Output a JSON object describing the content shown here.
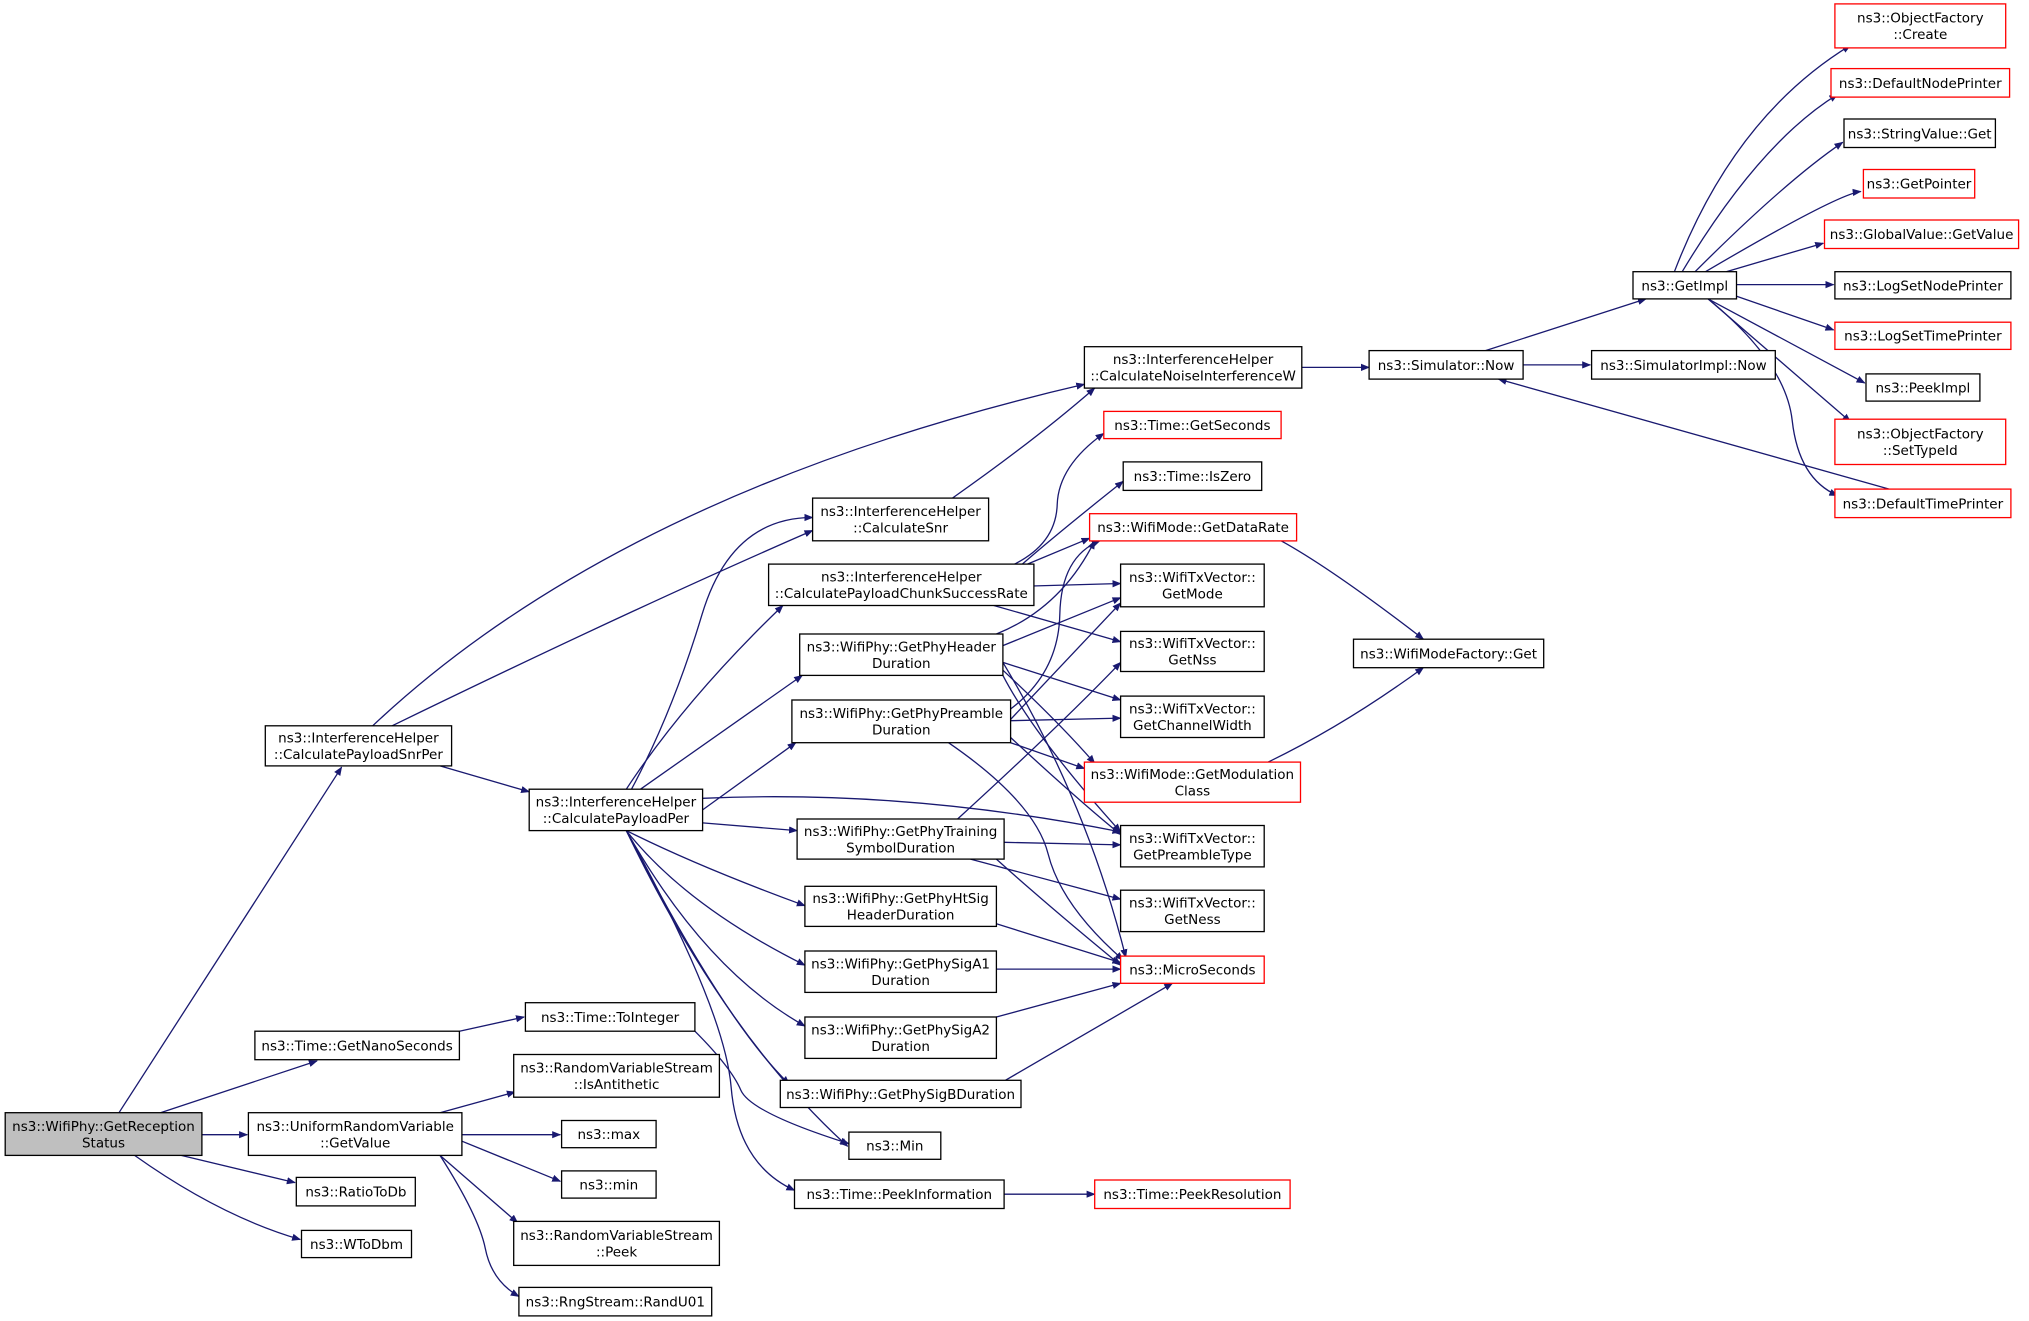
{
  "colors": {
    "edge": "#191970",
    "node_border": "#000000",
    "node_border_undocumented": "#ff0000",
    "root_fill": "#bfbfbf",
    "node_fill": "#ffffff"
  },
  "nodes": [
    {
      "id": "n0",
      "lines": [
        "ns3::WifiPhy::GetReception",
        "Status"
      ]
    },
    {
      "id": "n1",
      "lines": [
        "ns3::InterferenceHelper",
        "::CalculatePayloadSnrPer"
      ]
    },
    {
      "id": "n2",
      "lines": [
        "ns3::Time::GetNanoSeconds"
      ]
    },
    {
      "id": "n3",
      "lines": [
        "ns3::UniformRandomVariable",
        "::GetValue"
      ]
    },
    {
      "id": "n4",
      "lines": [
        "ns3::RatioToDb"
      ]
    },
    {
      "id": "n5",
      "lines": [
        "ns3::WToDbm"
      ]
    },
    {
      "id": "n6",
      "lines": [
        "ns3::InterferenceHelper",
        "::CalculatePayloadPer"
      ]
    },
    {
      "id": "n7",
      "lines": [
        "ns3::InterferenceHelper",
        "::CalculateNoiseInterferenceW"
      ]
    },
    {
      "id": "n8",
      "lines": [
        "ns3::InterferenceHelper",
        "::CalculateSnr"
      ]
    },
    {
      "id": "n9",
      "lines": [
        "ns3::InterferenceHelper",
        "::CalculatePayloadChunkSuccessRate"
      ]
    },
    {
      "id": "n10",
      "lines": [
        "ns3::WifiPhy::GetPhyHeader",
        "Duration"
      ]
    },
    {
      "id": "n11",
      "lines": [
        "ns3::WifiPhy::GetPhyPreamble",
        "Duration"
      ]
    },
    {
      "id": "n12",
      "lines": [
        "ns3::WifiPhy::GetPhyTraining",
        "SymbolDuration"
      ]
    },
    {
      "id": "n13",
      "lines": [
        "ns3::WifiPhy::GetPhyHtSig",
        "HeaderDuration"
      ]
    },
    {
      "id": "n14",
      "lines": [
        "ns3::WifiPhy::GetPhySigA1",
        "Duration"
      ]
    },
    {
      "id": "n15",
      "lines": [
        "ns3::WifiPhy::GetPhySigA2",
        "Duration"
      ]
    },
    {
      "id": "n16",
      "lines": [
        "ns3::WifiPhy::GetPhySigBDuration"
      ]
    },
    {
      "id": "n17",
      "lines": [
        "ns3::Min"
      ]
    },
    {
      "id": "n18",
      "lines": [
        "ns3::Time::PeekInformation"
      ]
    },
    {
      "id": "n19",
      "lines": [
        "ns3::Time::ToInteger"
      ]
    },
    {
      "id": "n20",
      "lines": [
        "ns3::RandomVariableStream",
        "::IsAntithetic"
      ]
    },
    {
      "id": "n21",
      "lines": [
        "ns3::max"
      ]
    },
    {
      "id": "n22",
      "lines": [
        "ns3::min"
      ]
    },
    {
      "id": "n23",
      "lines": [
        "ns3::RandomVariableStream",
        "::Peek"
      ]
    },
    {
      "id": "n24",
      "lines": [
        "ns3::RngStream::RandU01"
      ]
    },
    {
      "id": "n25",
      "lines": [
        "ns3::Time::GetSeconds"
      ]
    },
    {
      "id": "n26",
      "lines": [
        "ns3::Time::IsZero"
      ]
    },
    {
      "id": "n27",
      "lines": [
        "ns3::WifiMode::GetDataRate"
      ]
    },
    {
      "id": "n28",
      "lines": [
        "ns3::WifiTxVector::",
        "GetMode"
      ]
    },
    {
      "id": "n29",
      "lines": [
        "ns3::WifiTxVector::",
        "GetNss"
      ]
    },
    {
      "id": "n30",
      "lines": [
        "ns3::WifiTxVector::",
        "GetChannelWidth"
      ]
    },
    {
      "id": "n31",
      "lines": [
        "ns3::WifiMode::GetModulation",
        "Class"
      ]
    },
    {
      "id": "n32",
      "lines": [
        "ns3::WifiTxVector::",
        "GetPreambleType"
      ]
    },
    {
      "id": "n33",
      "lines": [
        "ns3::WifiTxVector::",
        "GetNess"
      ]
    },
    {
      "id": "n34",
      "lines": [
        "ns3::MicroSeconds"
      ]
    },
    {
      "id": "n35",
      "lines": [
        "ns3::Time::PeekResolution"
      ]
    },
    {
      "id": "n36",
      "lines": [
        "ns3::WifiModeFactory::Get"
      ]
    },
    {
      "id": "n37",
      "lines": [
        "ns3::Simulator::Now"
      ]
    },
    {
      "id": "n38",
      "lines": [
        "ns3::GetImpl"
      ]
    },
    {
      "id": "n39",
      "lines": [
        "ns3::SimulatorImpl::Now"
      ]
    },
    {
      "id": "n40",
      "lines": [
        "ns3::ObjectFactory",
        "::Create"
      ]
    },
    {
      "id": "n41",
      "lines": [
        "ns3::DefaultNodePrinter"
      ]
    },
    {
      "id": "n42",
      "lines": [
        "ns3::StringValue::Get"
      ]
    },
    {
      "id": "n43",
      "lines": [
        "ns3::GetPointer"
      ]
    },
    {
      "id": "n44",
      "lines": [
        "ns3::GlobalValue::GetValue"
      ]
    },
    {
      "id": "n45",
      "lines": [
        "ns3::LogSetNodePrinter"
      ]
    },
    {
      "id": "n46",
      "lines": [
        "ns3::LogSetTimePrinter"
      ]
    },
    {
      "id": "n47",
      "lines": [
        "ns3::PeekImpl"
      ]
    },
    {
      "id": "n48",
      "lines": [
        "ns3::ObjectFactory",
        "::SetTypeId"
      ]
    },
    {
      "id": "n49",
      "lines": [
        "ns3::DefaultTimePrinter"
      ]
    }
  ]
}
